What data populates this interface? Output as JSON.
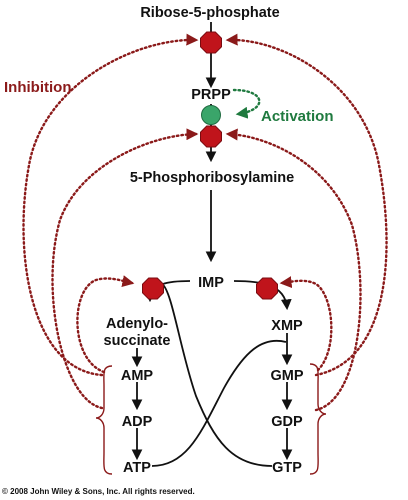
{
  "colors": {
    "inhibition": "#8b1a1a",
    "activation": "#1f7a3f",
    "pathway": "#111111"
  },
  "icons": {
    "inhibition_node": "red-octagon-icon",
    "activation_node": "green-circle-icon"
  },
  "nodes": {
    "ribose5p": "Ribose-5-phosphate",
    "prpp": "PRPP",
    "phosphoribosylamine": "5-Phosphoribosylamine",
    "imp": "IMP",
    "adenylosuccinate_line1": "Adenylo-",
    "adenylosuccinate_line2": "succinate",
    "xmp": "XMP",
    "amp": "AMP",
    "adp": "ADP",
    "atp": "ATP",
    "gmp": "GMP",
    "gdp": "GDP",
    "gtp": "GTP"
  },
  "labels": {
    "inhibition": "Inhibition",
    "activation": "Activation"
  },
  "copyright": "© 2008 John Wiley & Sons, Inc. All rights reserved."
}
